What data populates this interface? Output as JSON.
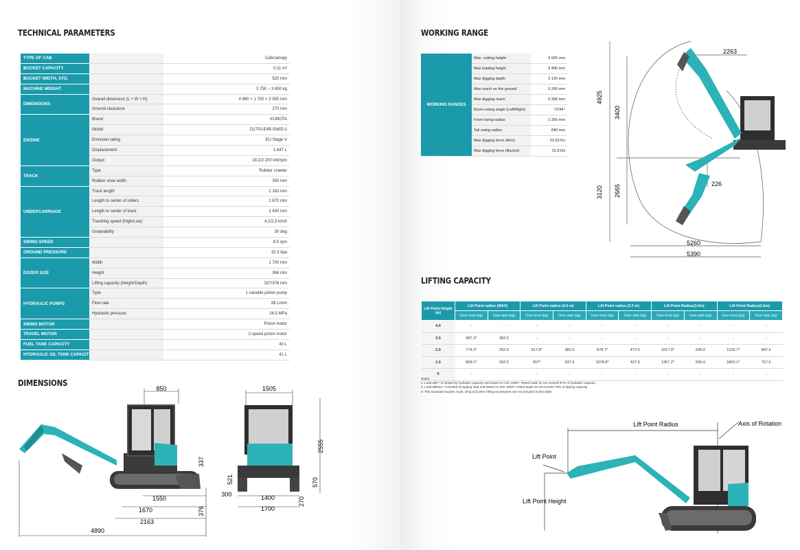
{
  "sections": {
    "technical": "TECHNICAL PARAMETERS",
    "dimensions": "DIMENSIONS",
    "working": "WORKING RANGE",
    "lifting": "LIFTING CAPACITY"
  },
  "tech_rows": [
    {
      "cat": "TYPE OF CAB",
      "sub": "",
      "val": "Cab/canopy",
      "span": 1
    },
    {
      "cat": "BUCKET CAPACITY",
      "sub": "",
      "val": "0.11 m³",
      "span": 1
    },
    {
      "cat": "BUCKET WIDTH, STD.",
      "sub": "",
      "val": "520 mm",
      "span": 1
    },
    {
      "cat": "MACHINE WEIGHT",
      "sub": "",
      "val": "3 750 ~ 3 850 kg",
      "span": 1
    },
    {
      "cat": "DIMENSIONS",
      "sub": "Overall dimension (L × W × H)",
      "val": "4 890 × 1 700 × 2 555 mm",
      "span": 2
    },
    {
      "cat": null,
      "sub": "Ground clearance",
      "val": "270 mm"
    },
    {
      "cat": "ENGINE",
      "sub": "Brand",
      "val": "KUBOTA",
      "span": 5
    },
    {
      "cat": null,
      "sub": "Model",
      "val": "D1703-E4B-SWID-1"
    },
    {
      "cat": null,
      "sub": "Emission rating",
      "val": "EU Stage V"
    },
    {
      "cat": null,
      "sub": "Displacement",
      "val": "1.647 L"
    },
    {
      "cat": null,
      "sub": "Output",
      "val": "18.2/2 200 kW/rpm"
    },
    {
      "cat": "TRACK",
      "sub": "Type",
      "val": "Rubber crawler",
      "span": 2
    },
    {
      "cat": null,
      "sub": "Rubber shoe width",
      "val": "300 mm"
    },
    {
      "cat": "UNDERCARRIAGE",
      "sub": "Track length",
      "val": "2 163 mm",
      "span": 5
    },
    {
      "cat": null,
      "sub": "Length to center of rollers",
      "val": "1 670 mm"
    },
    {
      "cat": null,
      "sub": "Length to center of track",
      "val": "1 400 mm"
    },
    {
      "cat": null,
      "sub": "Traveling speed (High/Low)",
      "val": "4.2/2.3 km/h"
    },
    {
      "cat": null,
      "sub": "Gradeability",
      "val": "30 deg"
    },
    {
      "cat": "SWING SPEED",
      "sub": "",
      "val": "9.5 rpm",
      "span": 1
    },
    {
      "cat": "GROUND PRESSURE",
      "sub": "",
      "val": "32.3 kpa",
      "span": 1
    },
    {
      "cat": "DOZER SIZE",
      "sub": "Width",
      "val": "1 700 mm",
      "span": 3
    },
    {
      "cat": null,
      "sub": "Height",
      "val": "366 mm"
    },
    {
      "cat": null,
      "sub": "Lifting capacity (Height/Depth)",
      "val": "337/376 mm"
    },
    {
      "cat": "HYDRAULIC PUMPS",
      "sub": "Type",
      "val": "1 variable piston pump",
      "span": 3
    },
    {
      "cat": null,
      "sub": "Flow rate",
      "val": "88 L/min"
    },
    {
      "cat": null,
      "sub": "Hydraulic pressure",
      "val": "24.5 MPa"
    },
    {
      "cat": "SWING MOTOR",
      "sub": "",
      "val": "Piston motor",
      "span": 1
    },
    {
      "cat": "TRAVEL MOTOR",
      "sub": "",
      "val": "2-speed piston motor",
      "span": 1
    },
    {
      "cat": "FUEL TANK CAPACITY",
      "sub": "",
      "val": "40 L",
      "span": 1
    },
    {
      "cat": "HYDRAULIC OIL TANK CAPACITY",
      "sub": "",
      "val": "41 L",
      "span": 1
    }
  ],
  "working_category": "WORKING RANGES",
  "working_rows": [
    {
      "sub": "Max. cutting height",
      "val": "4 925 mm"
    },
    {
      "sub": "Max loading height",
      "val": "3 400 mm"
    },
    {
      "sub": "Max digging depth",
      "val": "3 120 mm"
    },
    {
      "sub": "Max reach on the ground",
      "val": "5 260 mm"
    },
    {
      "sub": "Max digging reach",
      "val": "5 390 mm"
    },
    {
      "sub": "Boom swing angle (Left/Right)",
      "val": "72/44°"
    },
    {
      "sub": "Front swing radius",
      "val": "2 265 mm"
    },
    {
      "sub": "Tail swing radius",
      "val": "840 mm"
    },
    {
      "sub": "Max digging force (Arm)",
      "val": "22.53 Kn"
    },
    {
      "sub": "Max digging force (Bucket)",
      "val": "31.8 kN"
    }
  ],
  "lifting": {
    "height_header": "Lift Point Height (m)",
    "groups": [
      "Lift Point radius (MAX)",
      "Lift Point radius (4.0 m)",
      "Lift Point radius (3.5 m)",
      "Lift Point Radius(3.0m)",
      "Lift Point Radius(2.5m)"
    ],
    "sub_front": "Over-front (kg)",
    "sub_side": "Over-side (kg)",
    "rows": [
      {
        "h": "4.0",
        "cells": [
          "-",
          "-",
          "-",
          "-",
          "-",
          "-",
          "-",
          "-",
          "-",
          "-"
        ]
      },
      {
        "h": "3.0",
        "cells": [
          "687.3*",
          "382.5",
          "-",
          "-",
          "-",
          "-",
          "-",
          "-",
          "-",
          "-"
        ]
      },
      {
        "h": "2.0",
        "cells": [
          "774.3*",
          "292.5",
          "817.8*",
          "382.5",
          "878.7*",
          "472.5",
          "1017.9*",
          "645.0",
          "1226.7*",
          "847.5"
        ]
      },
      {
        "h": "1.0",
        "cells": [
          "809.1*",
          "262.5",
          "957*",
          "337.5",
          "1078.8*",
          "427.5",
          "1357.2*",
          "555.0",
          "1853.1*",
          "757.5"
        ]
      },
      {
        "h": "0",
        "cells": [
          "-",
          "-",
          "-",
          "-",
          "-",
          "-",
          "-",
          "-",
          "-",
          "-"
        ]
      }
    ]
  },
  "notes": [
    "Notes:",
    "1. Load with * is limited by hydraulic capacity and based on ISO 10567. Rated loads do not exceed 87% of hydraulic capacity.",
    "2. Load without * is limited by tipping load and based on ISO 10567. Rated loads do not exceed 75% of tipping capacity.",
    "3. The excavator bucket, hook, sling and other lifting accessories are not included in this table."
  ],
  "dim_labels": {
    "d850": "850",
    "d337": "337",
    "d1550": "1550",
    "d1670": "1670",
    "d2163": "2163",
    "d376": "376",
    "d4890": "4890",
    "d1505": "1505",
    "d2555": "2555",
    "d521": "521",
    "d570": "570",
    "d300": "300",
    "d1400": "1400",
    "d1700": "1700",
    "d270": "270"
  },
  "wr_labels": {
    "w2263": "2263",
    "w4925": "4925",
    "w3400": "3400",
    "w3120": "3120",
    "w2665": "2665",
    "w226": "226",
    "w5260": "5260",
    "w5390": "5390"
  },
  "lift_labels": {
    "radius": "Lift Point Radius",
    "axis": "Axis of Rotation",
    "point": "Lift Point",
    "height": "Lift Point Height"
  },
  "colors": {
    "accent": "#1a9aab",
    "machine_teal": "#2bb3b8",
    "machine_dark": "#3a3a3a"
  }
}
